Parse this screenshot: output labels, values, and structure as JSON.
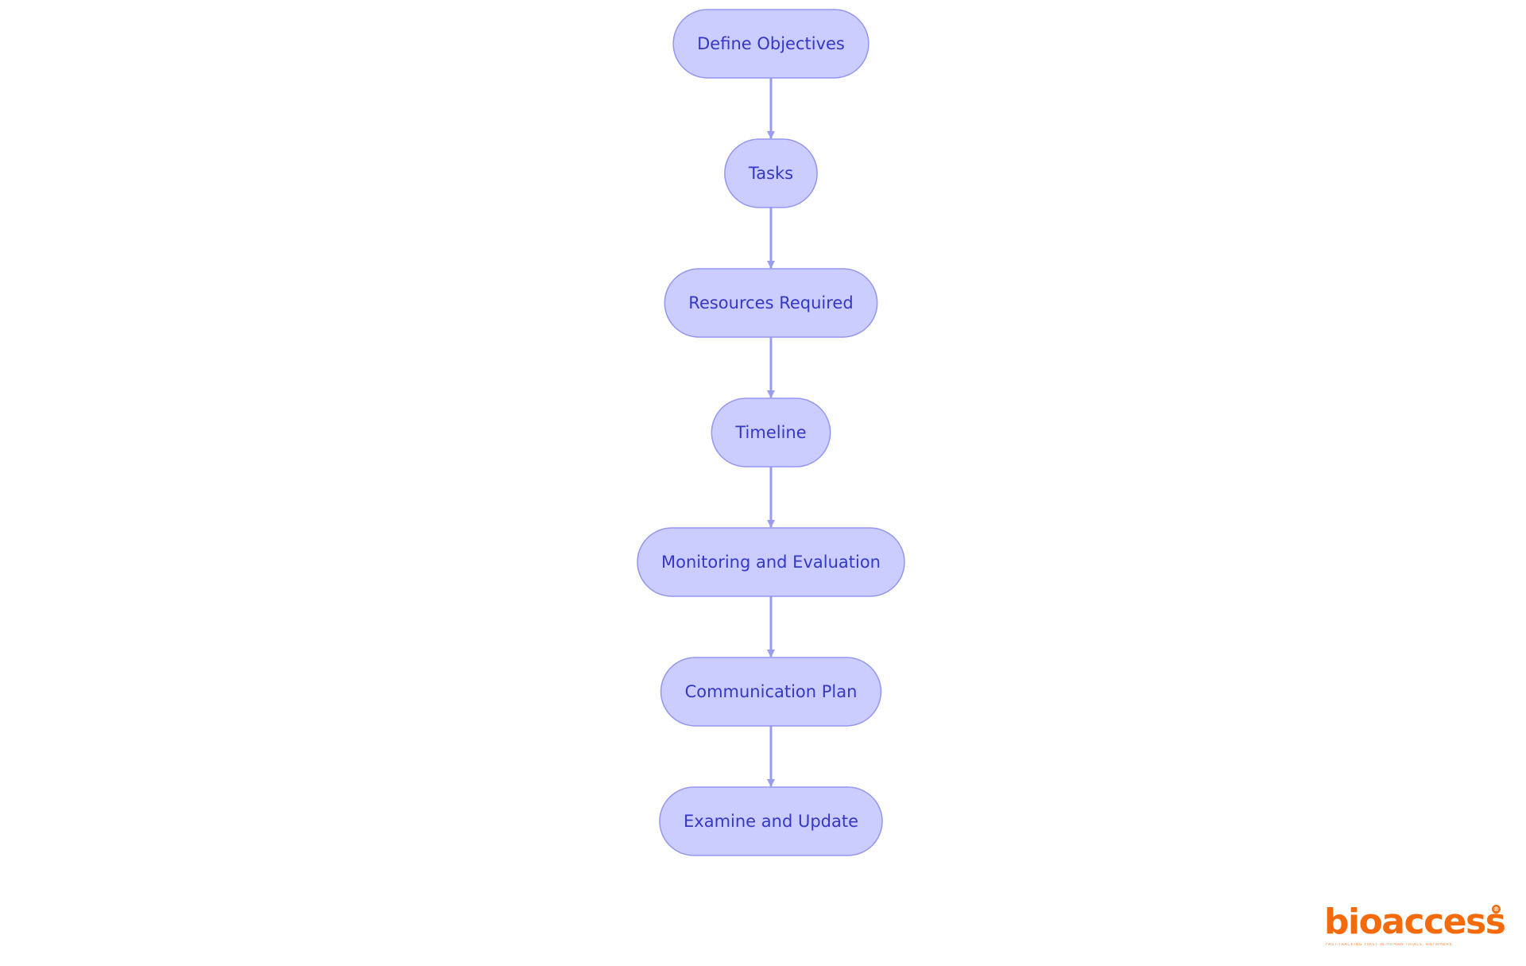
{
  "colors": {
    "node_fill": "#cbccff",
    "node_stroke": "#9496f0",
    "node_text": "#3438c4",
    "edge": "#9a9cee",
    "logo": "#f56a0a"
  },
  "nodes": [
    {
      "id": "define-objectives",
      "label": "Define Objectives"
    },
    {
      "id": "tasks",
      "label": "Tasks"
    },
    {
      "id": "resources-required",
      "label": "Resources Required"
    },
    {
      "id": "timeline",
      "label": "Timeline"
    },
    {
      "id": "monitoring-and-evaluation",
      "label": "Monitoring and Evaluation"
    },
    {
      "id": "communication-plan",
      "label": "Communication Plan"
    },
    {
      "id": "examine-and-update",
      "label": "Examine and Update"
    }
  ],
  "edges": [
    {
      "from": "define-objectives",
      "to": "tasks"
    },
    {
      "from": "tasks",
      "to": "resources-required"
    },
    {
      "from": "resources-required",
      "to": "timeline"
    },
    {
      "from": "timeline",
      "to": "monitoring-and-evaluation"
    },
    {
      "from": "monitoring-and-evaluation",
      "to": "communication-plan"
    },
    {
      "from": "communication-plan",
      "to": "examine-and-update"
    }
  ],
  "logo": {
    "wordmark": "bioaccess",
    "registered_mark": "®",
    "tagline": "FAST-TRACKING FIRST-IN-HUMAN TRIALS, ANYWHERE"
  }
}
